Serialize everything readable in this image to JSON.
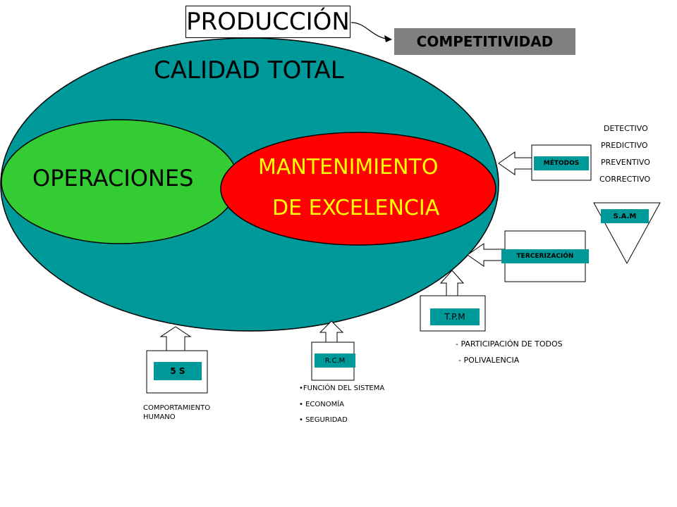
{
  "title": {
    "produccion": "PRODUCCIÓN",
    "competitividad": "COMPETITIVIDAD"
  },
  "main": {
    "calidad_total": "CALIDAD TOTAL",
    "operaciones": "OPERACIONES",
    "mantenimiento_line1": "MANTENIMIENTO",
    "mantenimiento_line2": "DE EXCELENCIA"
  },
  "metodos": {
    "label": "MÉTODOS",
    "items": [
      "DETECTIVO",
      "PREDICTIVO",
      "PREVENTIVO",
      "CORRECTIVO"
    ],
    "sam": "S.A.M"
  },
  "tercerizacion": {
    "label": "TERCERIZACIÓN"
  },
  "tpm": {
    "label": "T.P.M",
    "items": [
      "-  PARTICIPACIÓN DE TODOS",
      "-  POLIVALENCIA"
    ]
  },
  "rcm": {
    "label": "R.C.M",
    "items": [
      "•FUNCIÓN DEL SISTEMA",
      "• ECONOMÍA",
      "• SEGURIDAD"
    ]
  },
  "cinco_s": {
    "label": "5  S",
    "caption_line1": "COMPORTAMIENTO",
    "caption_line2": "HUMANO"
  },
  "colors": {
    "teal": "#009999",
    "green": "#33cc33",
    "red": "#ff0000",
    "gray": "#808080"
  }
}
